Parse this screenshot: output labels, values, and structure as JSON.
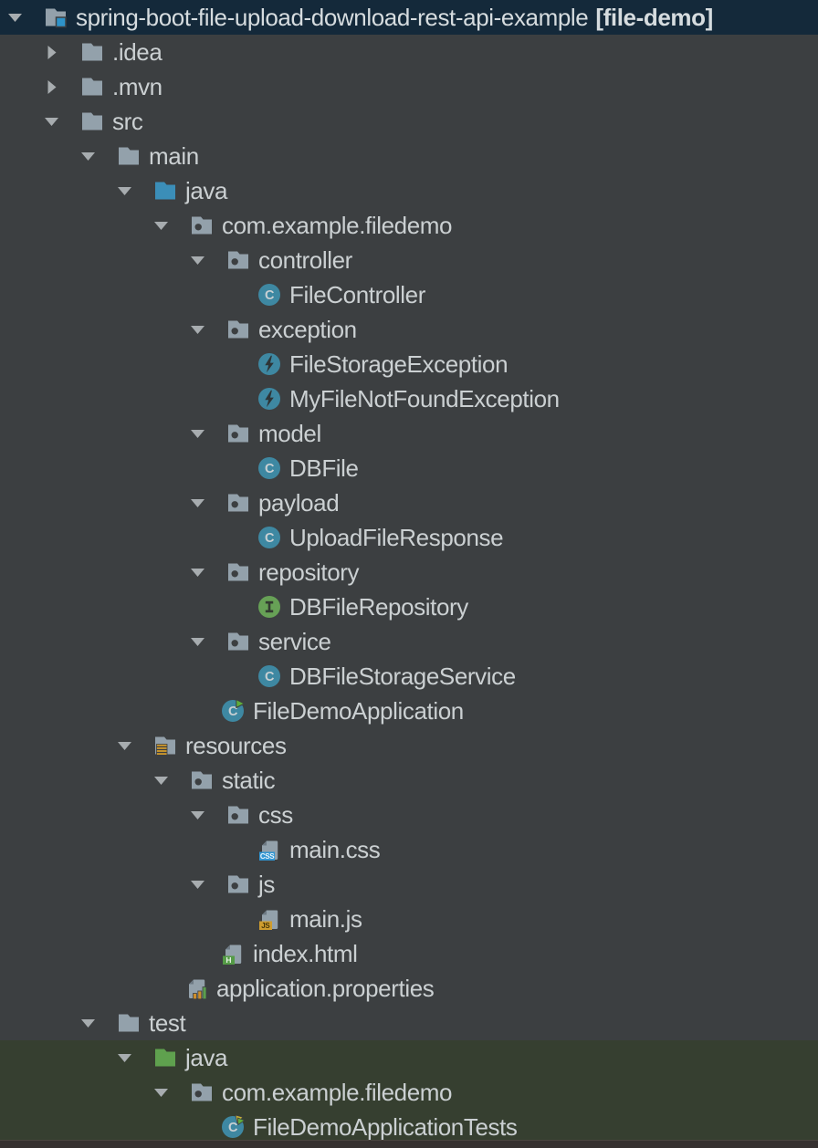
{
  "window": {
    "root_label": "spring-boot-file-upload-download-rest-api-example",
    "root_badge": "[file-demo]"
  },
  "colors": {
    "panel_bg": "#3C3F41",
    "selected_row_bg": "#14293A",
    "test_scope_bg": "#363F30",
    "bottom_strip": "#363130",
    "text": "#CBD0D2",
    "folder_gray": "#93A1AB",
    "folder_fold_dark": "#6E7A84",
    "source_root_blue": "#3B8EB8",
    "test_root_green": "#5FA14E",
    "project_badge_blue": "#2E93C9",
    "class_circle_teal": "#3E88A2",
    "interface_circle_green": "#67A156",
    "run_arrow_green": "#5FAD3B",
    "test_arrow_yellow": "#C9B336",
    "resources_lines_orange": "#D29B2B",
    "css_badge_blue": "#3095D2",
    "js_badge_orange": "#CE9C2E",
    "html_badge_green": "#549B46",
    "props_bar_orange": "#CE8E2C",
    "props_bar_green": "#5B9E4D",
    "icon_letter_light": "#C9D0D3",
    "icon_glyph_dark": "#2E3537",
    "arrow_gray": "#A7ACAF"
  },
  "tree": {
    "rows": [
      {
        "label": "spring-boot-file-upload-download-rest-api-example",
        "suffix": "[file-demo]",
        "level": 0,
        "arrow": "down",
        "icon": "project-folder",
        "selected": true,
        "test_scope": false
      },
      {
        "label": ".idea",
        "level": 1,
        "arrow": "right",
        "icon": "folder",
        "selected": false,
        "test_scope": false
      },
      {
        "label": ".mvn",
        "level": 1,
        "arrow": "right",
        "icon": "folder",
        "selected": false,
        "test_scope": false
      },
      {
        "label": "src",
        "level": 1,
        "arrow": "down",
        "icon": "folder",
        "selected": false,
        "test_scope": false
      },
      {
        "label": "main",
        "level": 2,
        "arrow": "down",
        "icon": "folder",
        "selected": false,
        "test_scope": false
      },
      {
        "label": "java",
        "level": 3,
        "arrow": "down",
        "icon": "source-root",
        "selected": false,
        "test_scope": false
      },
      {
        "label": "com.example.filedemo",
        "level": 4,
        "arrow": "down",
        "icon": "package",
        "selected": false,
        "test_scope": false
      },
      {
        "label": "controller",
        "level": 5,
        "arrow": "down",
        "icon": "package",
        "selected": false,
        "test_scope": false
      },
      {
        "label": "FileController",
        "level": 6,
        "arrow": null,
        "icon": "class",
        "selected": false,
        "test_scope": false
      },
      {
        "label": "exception",
        "level": 5,
        "arrow": "down",
        "icon": "package",
        "selected": false,
        "test_scope": false
      },
      {
        "label": "FileStorageException",
        "level": 6,
        "arrow": null,
        "icon": "exception-class",
        "selected": false,
        "test_scope": false
      },
      {
        "label": "MyFileNotFoundException",
        "level": 6,
        "arrow": null,
        "icon": "exception-class",
        "selected": false,
        "test_scope": false
      },
      {
        "label": "model",
        "level": 5,
        "arrow": "down",
        "icon": "package",
        "selected": false,
        "test_scope": false
      },
      {
        "label": "DBFile",
        "level": 6,
        "arrow": null,
        "icon": "class",
        "selected": false,
        "test_scope": false
      },
      {
        "label": "payload",
        "level": 5,
        "arrow": "down",
        "icon": "package",
        "selected": false,
        "test_scope": false
      },
      {
        "label": "UploadFileResponse",
        "level": 6,
        "arrow": null,
        "icon": "class",
        "selected": false,
        "test_scope": false
      },
      {
        "label": "repository",
        "level": 5,
        "arrow": "down",
        "icon": "package",
        "selected": false,
        "test_scope": false
      },
      {
        "label": "DBFileRepository",
        "level": 6,
        "arrow": null,
        "icon": "interface",
        "selected": false,
        "test_scope": false
      },
      {
        "label": "service",
        "level": 5,
        "arrow": "down",
        "icon": "package",
        "selected": false,
        "test_scope": false
      },
      {
        "label": "DBFileStorageService",
        "level": 6,
        "arrow": null,
        "icon": "class",
        "selected": false,
        "test_scope": false
      },
      {
        "label": "FileDemoApplication",
        "level": 5,
        "arrow": null,
        "icon": "runnable-class",
        "selected": false,
        "test_scope": false
      },
      {
        "label": "resources",
        "level": 3,
        "arrow": "down",
        "icon": "resources-root",
        "selected": false,
        "test_scope": false
      },
      {
        "label": "static",
        "level": 4,
        "arrow": "down",
        "icon": "package",
        "selected": false,
        "test_scope": false
      },
      {
        "label": "css",
        "level": 5,
        "arrow": "down",
        "icon": "package",
        "selected": false,
        "test_scope": false
      },
      {
        "label": "main.css",
        "level": 6,
        "arrow": null,
        "icon": "css-file",
        "selected": false,
        "test_scope": false
      },
      {
        "label": "js",
        "level": 5,
        "arrow": "down",
        "icon": "package",
        "selected": false,
        "test_scope": false
      },
      {
        "label": "main.js",
        "level": 6,
        "arrow": null,
        "icon": "js-file",
        "selected": false,
        "test_scope": false
      },
      {
        "label": "index.html",
        "level": 5,
        "arrow": null,
        "icon": "html-file",
        "selected": false,
        "test_scope": false
      },
      {
        "label": "application.properties",
        "level": 4,
        "arrow": null,
        "icon": "properties-file",
        "selected": false,
        "test_scope": false
      },
      {
        "label": "test",
        "level": 2,
        "arrow": "down",
        "icon": "folder",
        "selected": false,
        "test_scope": false
      },
      {
        "label": "java",
        "level": 3,
        "arrow": "down",
        "icon": "test-root",
        "selected": false,
        "test_scope": true
      },
      {
        "label": "com.example.filedemo",
        "level": 4,
        "arrow": "down",
        "icon": "package",
        "selected": false,
        "test_scope": true
      },
      {
        "label": "FileDemoApplicationTests",
        "level": 5,
        "arrow": null,
        "icon": "test-class",
        "selected": false,
        "test_scope": true
      }
    ]
  }
}
